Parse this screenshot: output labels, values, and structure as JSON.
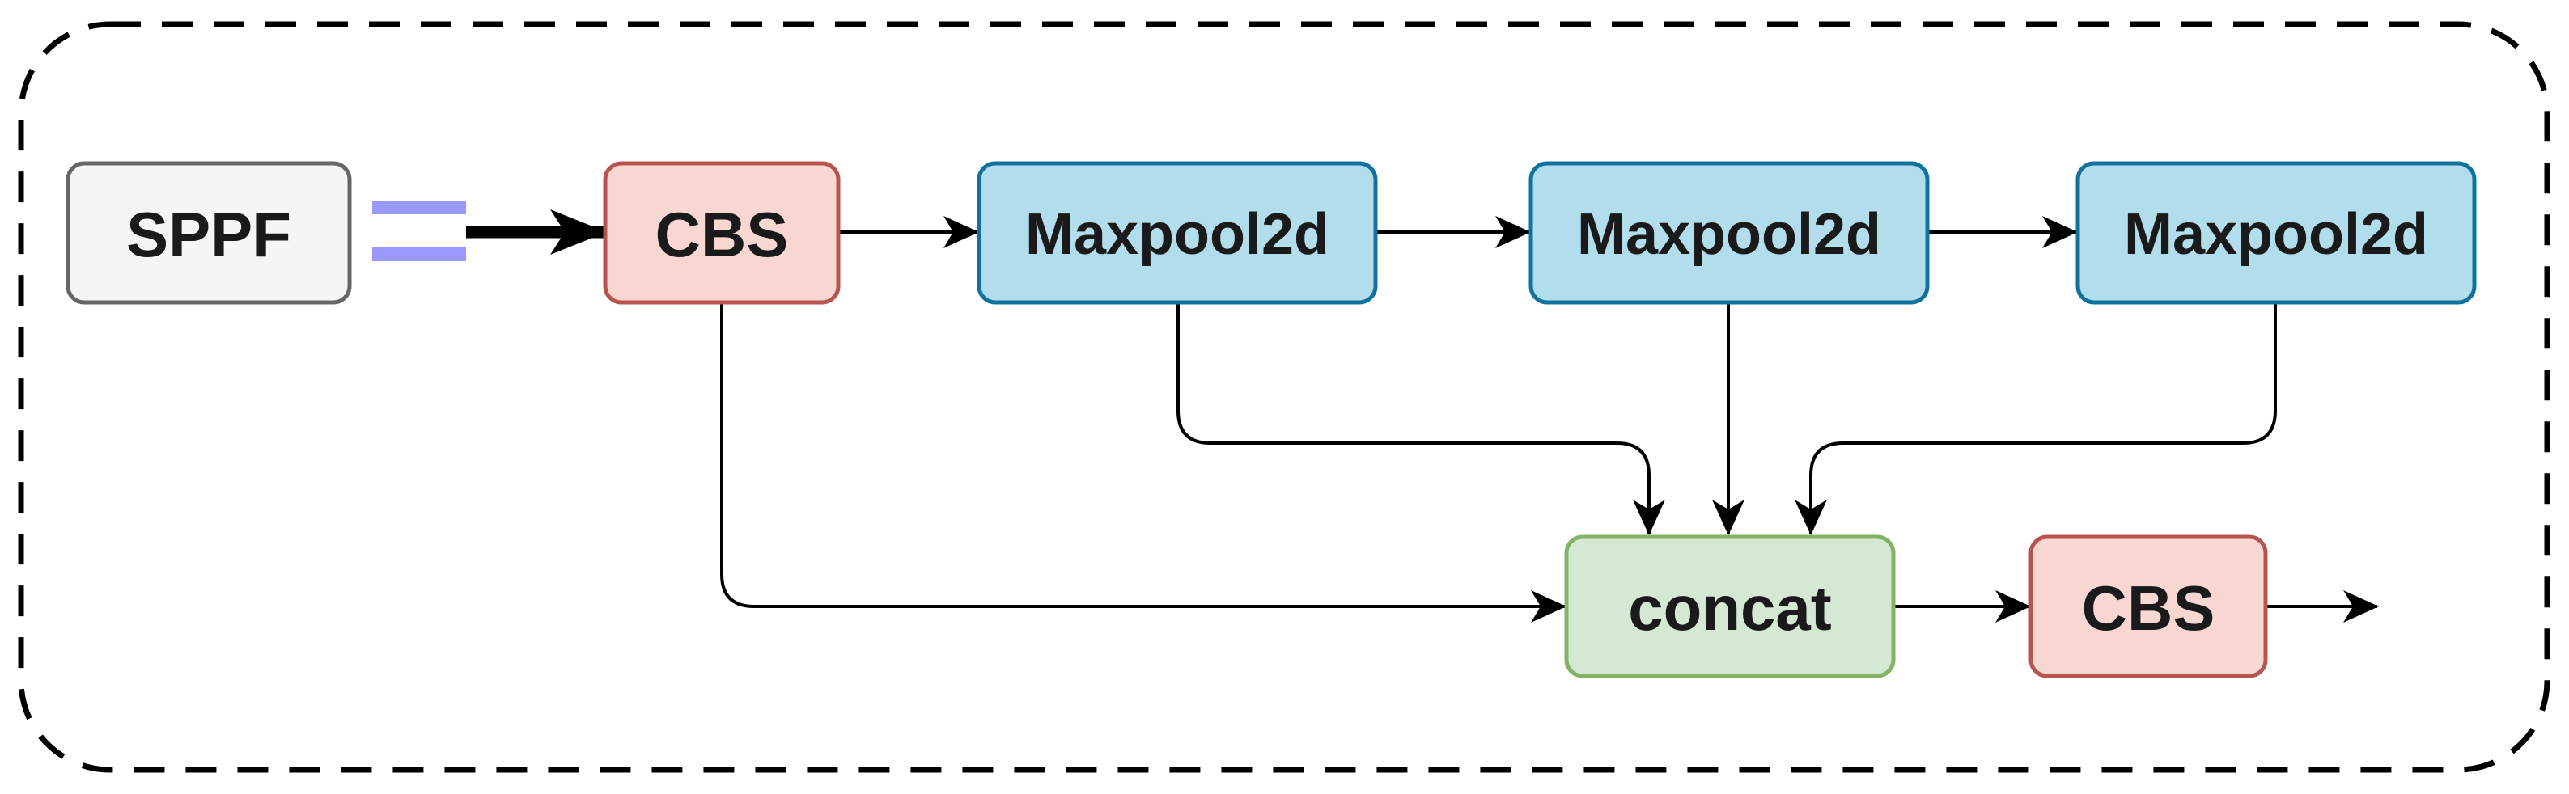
{
  "diagram": {
    "nodes": {
      "sppf": {
        "label": "SPPF",
        "fill": "#f5f5f5",
        "stroke": "#666666"
      },
      "cbs_in": {
        "label": "CBS",
        "fill": "#f8d7d3",
        "stroke": "#b85450"
      },
      "maxpool_1": {
        "label": "Maxpool2d",
        "fill": "#b1dded",
        "stroke": "#10739e"
      },
      "maxpool_2": {
        "label": "Maxpool2d",
        "fill": "#b1dded",
        "stroke": "#10739e"
      },
      "maxpool_3": {
        "label": "Maxpool2d",
        "fill": "#b1dded",
        "stroke": "#10739e"
      },
      "concat": {
        "label": "concat",
        "fill": "#d5e8d4",
        "stroke": "#82b366"
      },
      "cbs_out": {
        "label": "CBS",
        "fill": "#f8d7d3",
        "stroke": "#b85450"
      }
    },
    "equals_color": "#9999ff",
    "edge_color": "#000000",
    "border_style": "dashed"
  }
}
